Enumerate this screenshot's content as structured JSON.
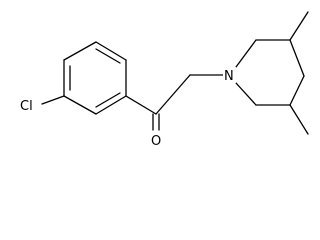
{
  "structure": {
    "atom_labels": {
      "chlorine": "Cl",
      "oxygen": "O",
      "nitrogen": "N"
    },
    "colors": {
      "bond": "#000000",
      "label": "#000000",
      "background": "#ffffff"
    }
  }
}
